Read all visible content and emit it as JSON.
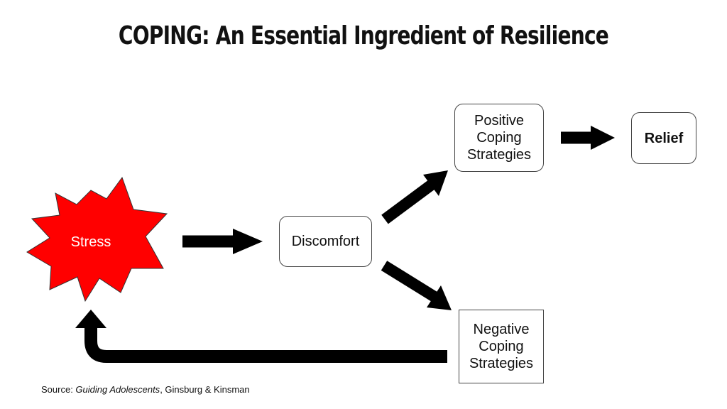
{
  "title": "COPING: An Essential Ingredient of Resilience",
  "nodes": {
    "stress": "Stress",
    "discomfort": "Discomfort",
    "positive": "Positive\nCoping\nStrategies",
    "negative": "Negative\nCoping\nStrategies",
    "relief": "Relief"
  },
  "source": {
    "prefix": "Source: ",
    "work": "Guiding Adolescents",
    "authors": ", Ginsburg & Kinsman"
  },
  "colors": {
    "stress_fill": "#ff0000",
    "arrow": "#000000"
  }
}
